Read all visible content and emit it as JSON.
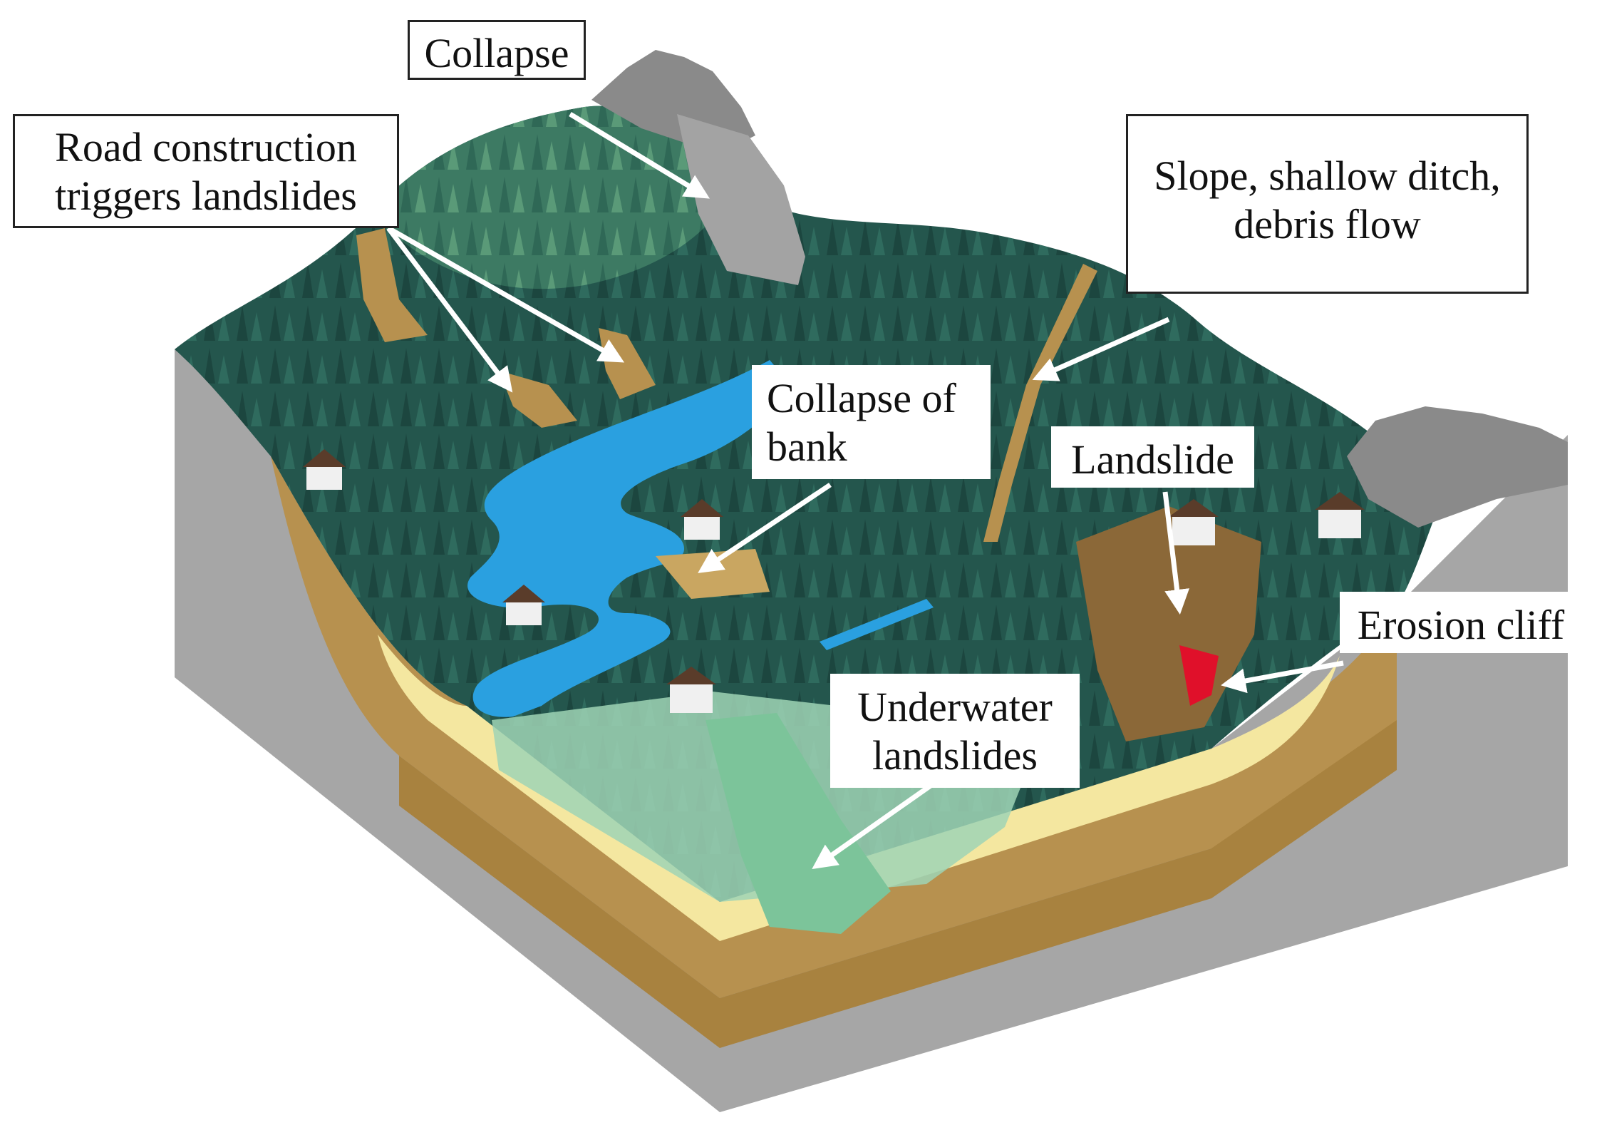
{
  "labels": {
    "collapse": "Collapse",
    "road_construction": [
      "Road construction",
      "triggers landslides"
    ],
    "slope_ditch": [
      "Slope, shallow ditch,",
      "debris flow"
    ],
    "collapse_of_bank": [
      "Collapse of",
      "bank"
    ],
    "landslide": "Landslide",
    "erosion_cliff": "Erosion cliff",
    "underwater_landslides": [
      "Underwater",
      "landslides"
    ]
  },
  "colors": {
    "forest_dark": "#1f4a45",
    "forest_mid": "#2f6b5e",
    "forest_light": "#4f8f6f",
    "river": "#2aa0e0",
    "lake": "#9fd3b5",
    "soil_brown": "#b7914f",
    "soil_light": "#f4e7a0",
    "soil_dark": "#a8823f",
    "rock_gray": "#8a8a8a",
    "block_side": "#a6a6a6",
    "arrow": "#ffffff",
    "erosion_arrow": "#e0102a"
  }
}
